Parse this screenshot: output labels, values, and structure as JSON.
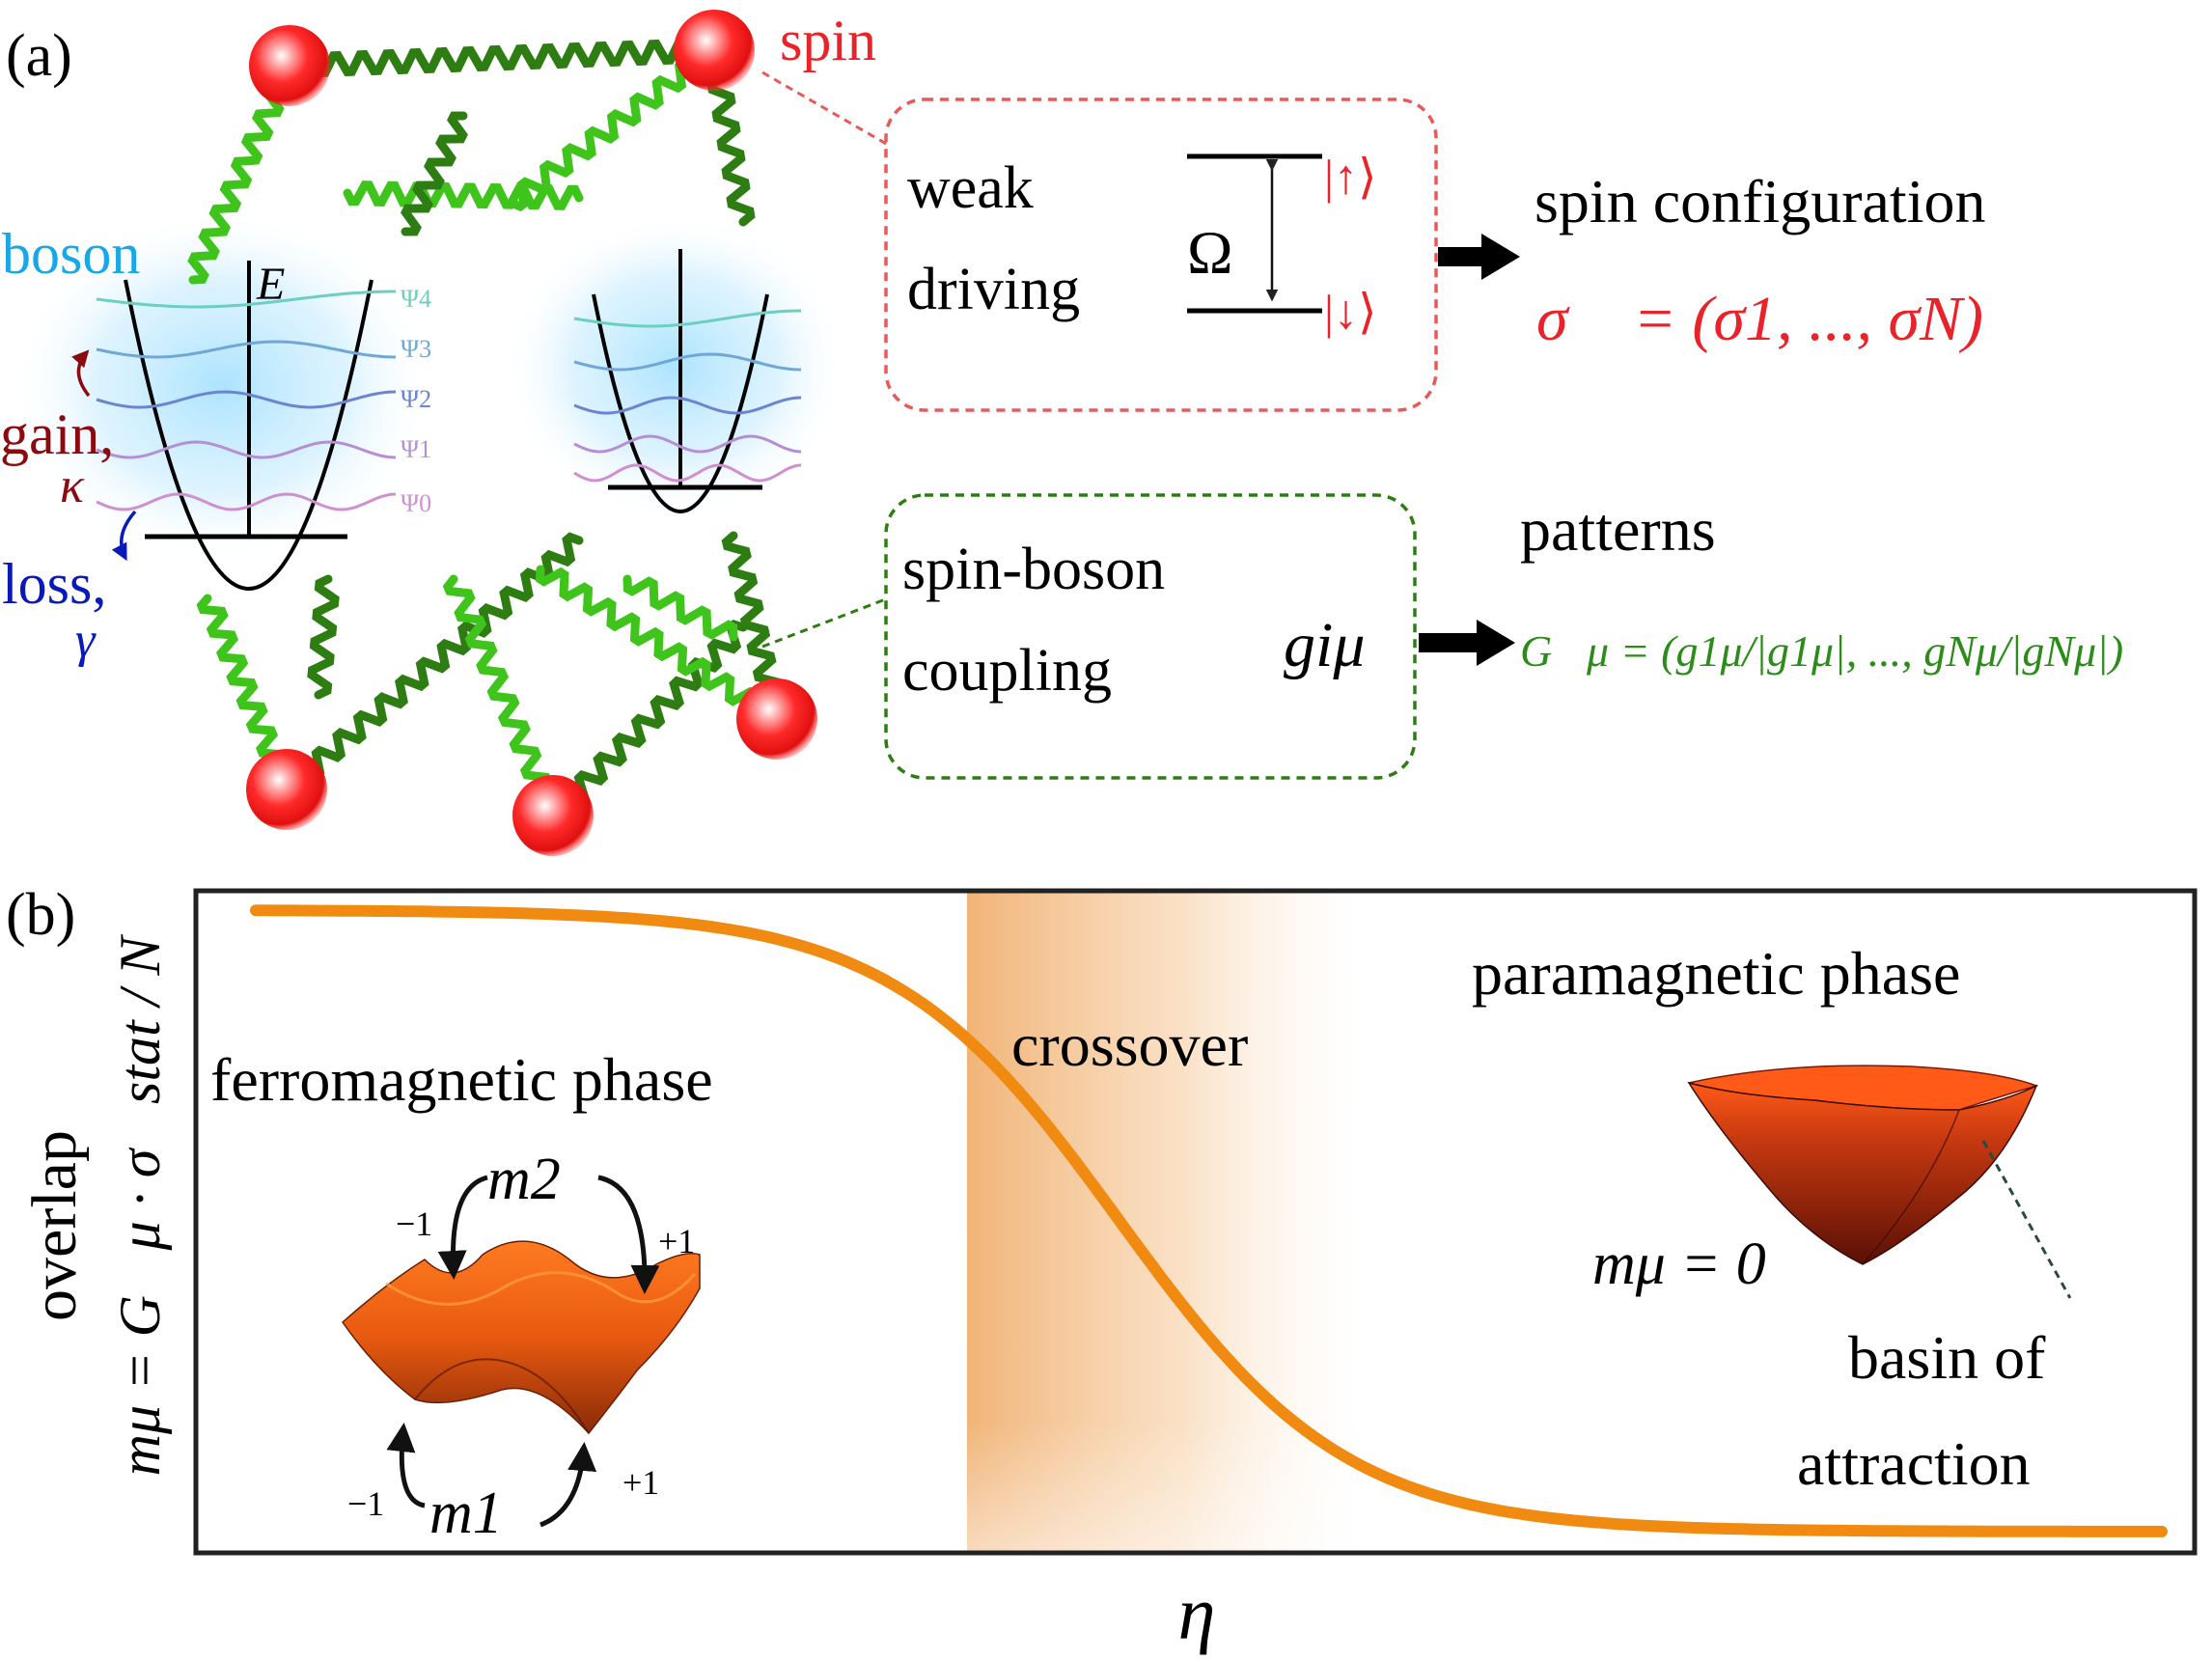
{
  "panel_a": {
    "label": "(a)",
    "spin_label": "spin",
    "boson_label": "boson",
    "energy_label": "E",
    "levels": [
      "Ψ4",
      "Ψ3",
      "Ψ2",
      "Ψ1",
      "Ψ0"
    ],
    "gain_label": "gain,",
    "gain_symbol": "κ",
    "loss_label": "loss,",
    "loss_symbol": "γ",
    "box_drive": {
      "line1": "weak",
      "line2": "driving",
      "omega": "Ω",
      "up_state": "|↑⟩",
      "down_state": "|↓⟩"
    },
    "spin_config": {
      "title": "spin configuration",
      "formula": "σ⃗ = (σ1, ..., σN)"
    },
    "box_coupling": {
      "line1": "spin-boson",
      "line2": "coupling",
      "symbol": "giμ"
    },
    "patterns": {
      "title": "patterns",
      "formula": "G⃗μ = (g1μ/|g1μ|, ..., gNμ/|gNμ|)"
    }
  },
  "panel_b": {
    "label": "(b)",
    "ylabel_word": "overlap",
    "ylabel_formula": "mμ = G⃗μ · σ⃗stat / N",
    "xlabel": "η",
    "ferro_label": "ferromagnetic phase",
    "crossover_label": "crossover",
    "para_label": "paramagnetic phase",
    "m2_label": "m2",
    "m1_label": "m1",
    "minus_one_a": "−1",
    "plus_one_a": "+1",
    "minus_one_b": "−1",
    "plus_one_b": "+1",
    "m_mu_zero": "mμ = 0",
    "basin_line1": "basin of",
    "basin_line2": "attraction"
  },
  "colors": {
    "spin_red": "#e8232a",
    "boson_blue": "#1aa7e6",
    "green_light": "#3fc41c",
    "green_dark": "#2e7d12",
    "gain": "#8b0a10",
    "loss": "#0a1ab8",
    "pattern_green": "#2c8c1a",
    "orange": "#f08a10",
    "drive_box": "#e85a5a",
    "coupling_box": "#2e7d12"
  }
}
